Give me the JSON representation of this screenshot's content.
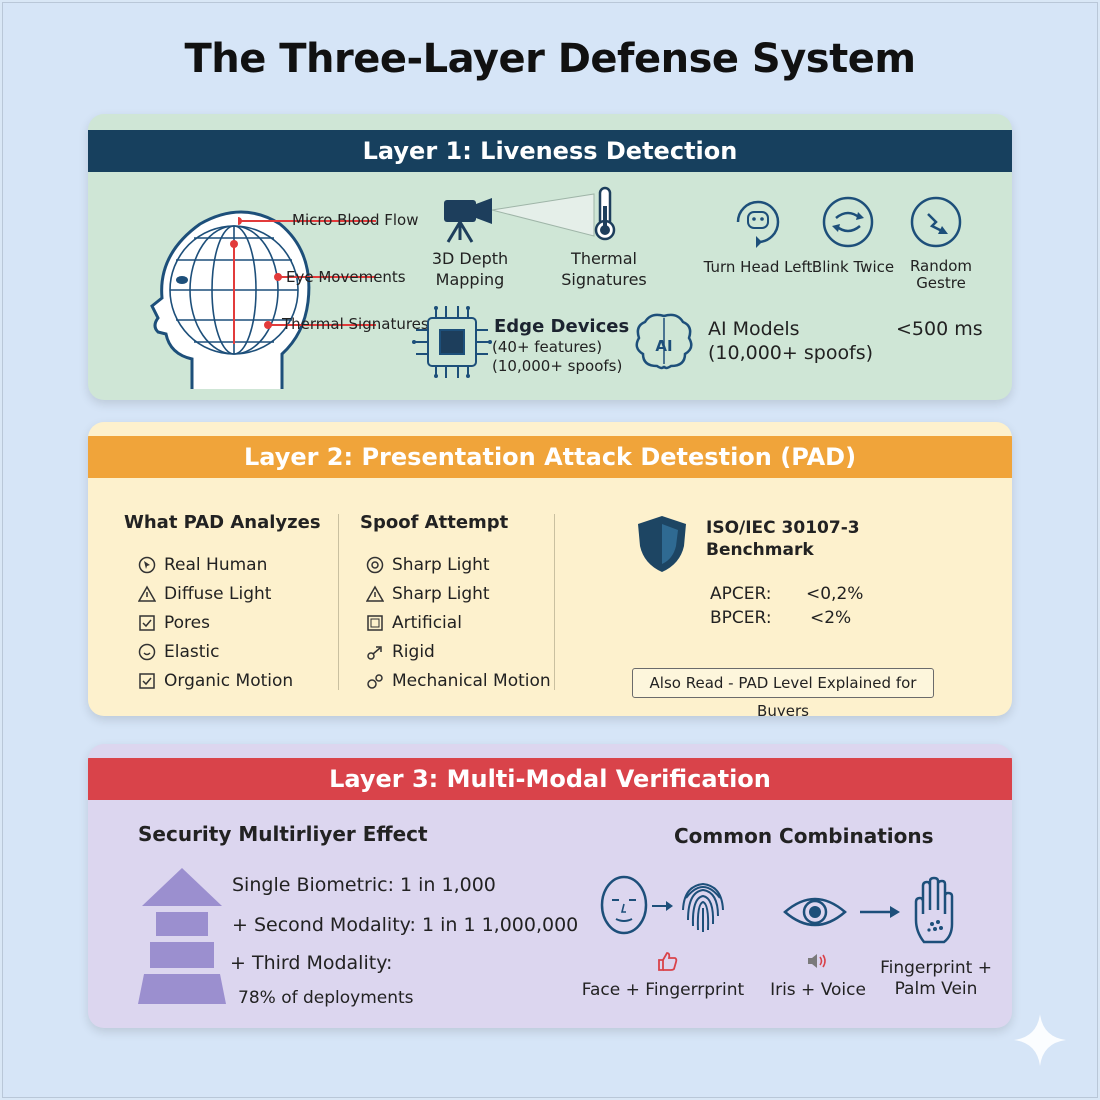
{
  "title": "The Three-Layer Defense System",
  "layer1": {
    "header": "Layer 1: Liveness Detection",
    "head_labels": [
      "Micro Blood Flow",
      "Eye Movements",
      "Thermal Signatures"
    ],
    "depth": "3D Depth\nMapping",
    "thermal": "Thermal\nSignatures",
    "challenges": [
      "Turn Head Left",
      "Blink Twice",
      "Random\nGestre"
    ],
    "edge_title": "Edge Devices",
    "edge_line1": "(40+ features)",
    "edge_line2": "(10,000+ spoofs)",
    "ai_chip": "AI",
    "ai_title": "AI Models",
    "ai_line": "(10,000+ spoofs)",
    "latency": "<500 ms",
    "colors": {
      "band": "#17405e",
      "bg": "#cfe6d6",
      "accent": "#e23b3b"
    }
  },
  "layer2": {
    "header": "Layer 2: Presentation Attack Detestion (PAD)",
    "col1_title": "What PAD Analyzes",
    "col1_items": [
      "Real Human",
      "Diffuse Light",
      "Pores",
      "Elastic",
      "Organic Motion"
    ],
    "col2_title": "Spoof Attempt",
    "col2_items": [
      "Sharp Light",
      "Sharp Light",
      "Artificial",
      "Rigid",
      "Mechanical Motion"
    ],
    "benchmark_line1": "ISO/IEC 30107-3",
    "benchmark_line2": "Benchmark",
    "apcer_label": "APCER:",
    "apcer_value": "<0,2%",
    "bpcer_label": "BPCER:",
    "bpcer_value": "<2%",
    "also_read": "Also Read - PAD Level Explained for Buyers",
    "colors": {
      "band": "#f0a43a",
      "bg": "#fdf1cd",
      "shield": "#1d4563"
    }
  },
  "layer3": {
    "header": "Layer 3: Multi-Modal Verification",
    "left_title": "Security Multirliyer Effect",
    "stat1": "Single Biometric: 1 in 1,000",
    "stat2": "+ Second Modality: 1 in 1 1,000,000",
    "stat3": "+ Third Modality:",
    "stat4": "78% of deployments",
    "right_title": "Common Combinations",
    "combo1": "Face + Fingerrprint",
    "combo2": "Iris + Voice",
    "combo3": "Fingerprint +\nPalm Vein",
    "colors": {
      "band": "#d9434a",
      "bg": "#dcd6ef",
      "pyramid": "#9b8fcf",
      "icon": "#1d4f7a"
    }
  }
}
